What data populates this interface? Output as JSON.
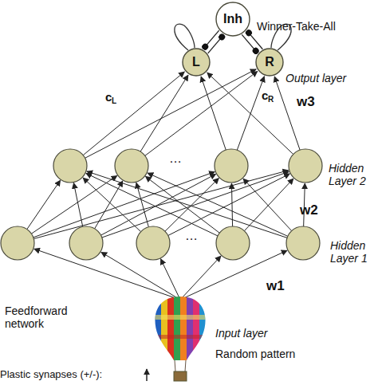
{
  "diagram": {
    "nodes": [
      {
        "text": [
          "Inh"
        ]
      },
      {
        "text": [
          "L"
        ]
      },
      {
        "text": [
          "R"
        ]
      }
    ],
    "edges": [
      {
        "from": 1,
        "to": 0,
        "arrow": "to"
      },
      {
        "from": 0,
        "to": 1,
        "arrow": "to"
      },
      {
        "from": 2,
        "to": 0,
        "arrow": "to"
      },
      {
        "from": 0,
        "to": 2,
        "arrow": "to"
      }
    ],
    "labels": [
      "Winner-Take-All",
      "Output layer",
      "c",
      "L",
      "c",
      "R",
      "w3",
      "…",
      "Hidden Layer 2",
      "w2",
      "…",
      "Hidden Layer 1",
      "w1",
      "Feedforward network",
      "Input layer",
      "Random pattern",
      "Plastic synapses (+/-):"
    ]
  }
}
